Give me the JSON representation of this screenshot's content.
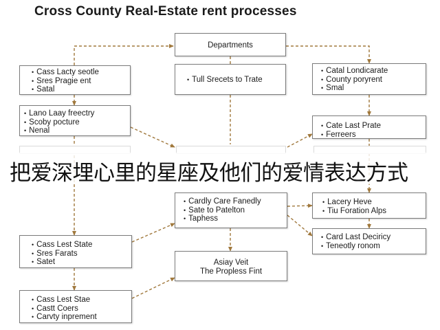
{
  "title": "Cross County Real-Estate rent processes",
  "overlay_caption": "把爱深埋心里的星座及他们的爱情表达方式",
  "colors": {
    "arrow": "#a0783c",
    "box_border": "#7a7a7a"
  },
  "boxes": {
    "departments": {
      "label": "Departments"
    },
    "top_left": {
      "items": [
        "Cass Lacty seotle",
        "Sres Pragie ent",
        "Satal"
      ]
    },
    "top_center": {
      "items": [
        "Tull Srecets to Trate"
      ]
    },
    "top_right": {
      "items": [
        "Catal Londicarate",
        "County poryrent",
        "Smal"
      ]
    },
    "mid_left": {
      "items": [
        "Lano Laay freectry",
        "Scoby pocture",
        "Nenal"
      ]
    },
    "right_mid": {
      "items": [
        "Cate Last Prate",
        "Ferreers"
      ]
    },
    "center_main": {
      "items": [
        "Cardly Care Fanedly",
        "Sate to Patelton",
        "Taphess"
      ]
    },
    "right_lower": {
      "items": [
        "Lacery Heve",
        "Tiu Foration Alps"
      ]
    },
    "right_bottom": {
      "items": [
        "Card Last Deciricy",
        "Teneotly ronom"
      ]
    },
    "left_lower": {
      "items": [
        "Cass Lest State",
        "Sres Farats",
        "Satet"
      ]
    },
    "center_bottom": {
      "lines": [
        "Asiay Veit",
        "The Propless Fint"
      ]
    },
    "left_bottom": {
      "items": [
        "Cass Lest Stae",
        "Castt Coers",
        "Carvty inprement"
      ]
    }
  }
}
